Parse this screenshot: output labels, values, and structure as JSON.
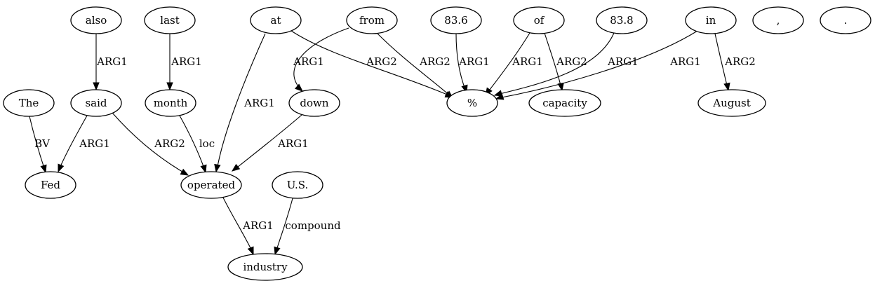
{
  "nodes": [
    {
      "id": "also",
      "label": "also"
    },
    {
      "id": "last",
      "label": "last"
    },
    {
      "id": "at",
      "label": "at"
    },
    {
      "id": "from",
      "label": "from"
    },
    {
      "id": "n836",
      "label": "83.6"
    },
    {
      "id": "of",
      "label": "of"
    },
    {
      "id": "n838",
      "label": "83.8"
    },
    {
      "id": "in",
      "label": "in"
    },
    {
      "id": "comma",
      "label": ","
    },
    {
      "id": "period",
      "label": "."
    },
    {
      "id": "the",
      "label": "The"
    },
    {
      "id": "said",
      "label": "said"
    },
    {
      "id": "month",
      "label": "month"
    },
    {
      "id": "down",
      "label": "down"
    },
    {
      "id": "percent",
      "label": "%"
    },
    {
      "id": "capacity",
      "label": "capacity"
    },
    {
      "id": "august",
      "label": "August"
    },
    {
      "id": "fed",
      "label": "Fed"
    },
    {
      "id": "operated",
      "label": "operated"
    },
    {
      "id": "us",
      "label": "U.S."
    },
    {
      "id": "industry",
      "label": "industry"
    }
  ],
  "edges": [
    {
      "id": "also-said",
      "from": "also",
      "to": "said",
      "label": "ARG1"
    },
    {
      "id": "last-month",
      "from": "last",
      "to": "month",
      "label": "ARG1"
    },
    {
      "id": "at-operated",
      "from": "at",
      "to": "operated",
      "label": "ARG1"
    },
    {
      "id": "at-percent",
      "from": "at",
      "to": "percent",
      "label": "ARG2"
    },
    {
      "id": "from-down",
      "from": "from",
      "to": "down",
      "label": "ARG1"
    },
    {
      "id": "from-percent",
      "from": "from",
      "to": "percent",
      "label": "ARG2"
    },
    {
      "id": "n836-percent",
      "from": "n836",
      "to": "percent",
      "label": "ARG1"
    },
    {
      "id": "of-percent",
      "from": "of",
      "to": "percent",
      "label": "ARG1"
    },
    {
      "id": "of-capacity",
      "from": "of",
      "to": "capacity",
      "label": "ARG2"
    },
    {
      "id": "n838-percent",
      "from": "n838",
      "to": "percent",
      "label": "ARG1"
    },
    {
      "id": "in-percent",
      "from": "in",
      "to": "percent",
      "label": "ARG1"
    },
    {
      "id": "in-august",
      "from": "in",
      "to": "august",
      "label": "ARG2"
    },
    {
      "id": "the-fed",
      "from": "the",
      "to": "fed",
      "label": "BV"
    },
    {
      "id": "said-fed",
      "from": "said",
      "to": "fed",
      "label": "ARG1"
    },
    {
      "id": "said-operated",
      "from": "said",
      "to": "operated",
      "label": "ARG2"
    },
    {
      "id": "month-operated",
      "from": "month",
      "to": "operated",
      "label": "loc"
    },
    {
      "id": "down-operated",
      "from": "down",
      "to": "operated",
      "label": "ARG1"
    },
    {
      "id": "operated-industry",
      "from": "operated",
      "to": "industry",
      "label": "ARG1"
    },
    {
      "id": "us-industry",
      "from": "us",
      "to": "industry",
      "label": "compound"
    }
  ]
}
